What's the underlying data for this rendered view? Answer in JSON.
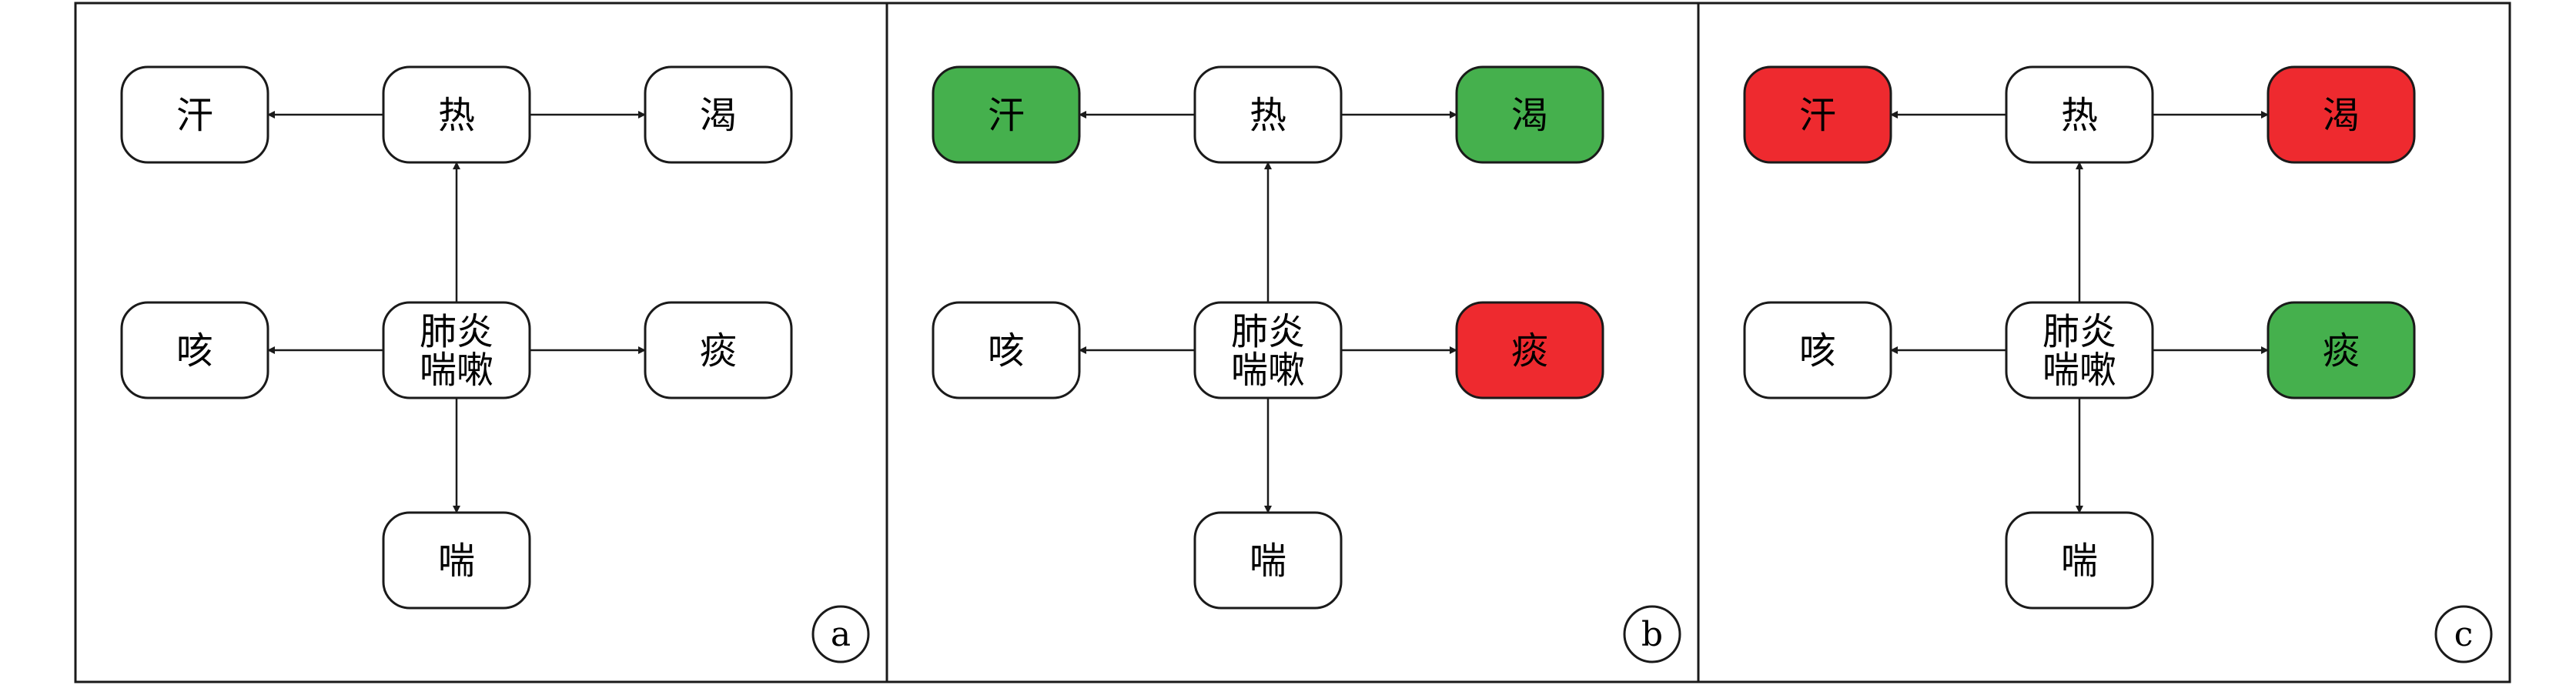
{
  "colors": {
    "white": "#ffffff",
    "green": "#45b04d",
    "red": "#ee2a2f",
    "stroke": "#1a1a1a"
  },
  "panels": [
    {
      "label": "a",
      "nodes": {
        "sweat": {
          "text": [
            "汗"
          ],
          "fill": "white"
        },
        "heat": {
          "text": [
            "热"
          ],
          "fill": "white"
        },
        "thirst": {
          "text": [
            "渴"
          ],
          "fill": "white"
        },
        "cough": {
          "text": [
            "咳"
          ],
          "fill": "white"
        },
        "center": {
          "text": [
            "肺炎",
            "喘嗽"
          ],
          "fill": "white"
        },
        "phlegm": {
          "text": [
            "痰"
          ],
          "fill": "white"
        },
        "wheeze": {
          "text": [
            "喘"
          ],
          "fill": "white"
        }
      }
    },
    {
      "label": "b",
      "nodes": {
        "sweat": {
          "text": [
            "汗"
          ],
          "fill": "green"
        },
        "heat": {
          "text": [
            "热"
          ],
          "fill": "white"
        },
        "thirst": {
          "text": [
            "渴"
          ],
          "fill": "green"
        },
        "cough": {
          "text": [
            "咳"
          ],
          "fill": "white"
        },
        "center": {
          "text": [
            "肺炎",
            "喘嗽"
          ],
          "fill": "white"
        },
        "phlegm": {
          "text": [
            "痰"
          ],
          "fill": "red"
        },
        "wheeze": {
          "text": [
            "喘"
          ],
          "fill": "white"
        }
      }
    },
    {
      "label": "c",
      "nodes": {
        "sweat": {
          "text": [
            "汗"
          ],
          "fill": "red"
        },
        "heat": {
          "text": [
            "热"
          ],
          "fill": "white"
        },
        "thirst": {
          "text": [
            "渴"
          ],
          "fill": "red"
        },
        "cough": {
          "text": [
            "咳"
          ],
          "fill": "white"
        },
        "center": {
          "text": [
            "肺炎",
            "喘嗽"
          ],
          "fill": "white"
        },
        "phlegm": {
          "text": [
            "痰"
          ],
          "fill": "green"
        },
        "wheeze": {
          "text": [
            "喘"
          ],
          "fill": "white"
        }
      }
    }
  ],
  "edges": [
    {
      "from": "heat",
      "to": "sweat"
    },
    {
      "from": "heat",
      "to": "thirst"
    },
    {
      "from": "center",
      "to": "heat"
    },
    {
      "from": "center",
      "to": "cough"
    },
    {
      "from": "center",
      "to": "phlegm"
    },
    {
      "from": "center",
      "to": "wheeze"
    }
  ]
}
